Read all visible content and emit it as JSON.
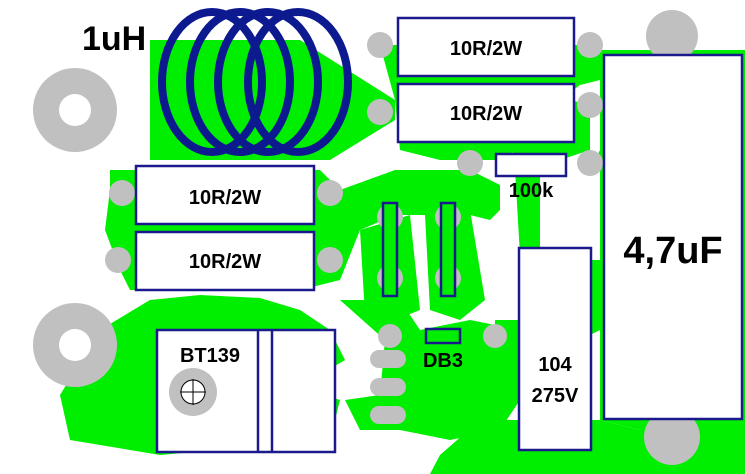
{
  "colors": {
    "background": "#ffffff",
    "copper": "#00ee00",
    "pad": "#c0c0c0",
    "outline": "#1a1a8c",
    "coil": "#0d1a8f",
    "text": "#000000"
  },
  "components": {
    "inductor": {
      "label": "1uH",
      "icon": "coil-icon"
    },
    "resistor_top_1": {
      "label": "10R/2W"
    },
    "resistor_top_2": {
      "label": "10R/2W"
    },
    "resistor_left_1": {
      "label": "10R/2W"
    },
    "resistor_left_2": {
      "label": "10R/2W"
    },
    "resistor_small": {
      "label": "100k"
    },
    "capacitor_large": {
      "label": "4,7uF"
    },
    "capacitor_small": {
      "label_line1": "104",
      "label_line2": "275V"
    },
    "triac": {
      "label": "BT139",
      "icon": "mounting-hole-icon"
    },
    "diac": {
      "label": "DB3"
    }
  }
}
